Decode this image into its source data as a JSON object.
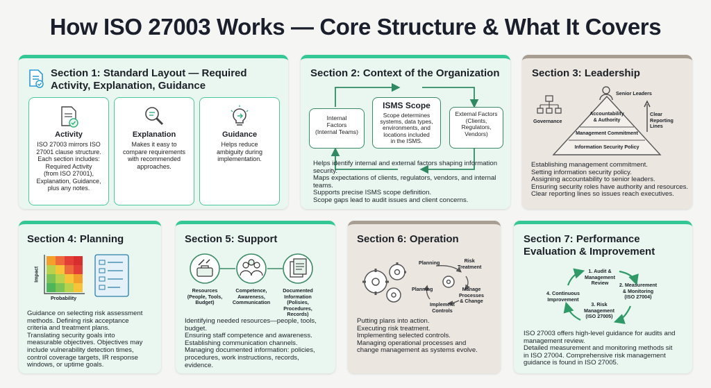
{
  "title": "How ISO 27003 Works — Core Structure & What It Covers",
  "colors": {
    "accent_green": "#34c796",
    "accent_beige": "#a79d91",
    "card_green": "#e9f7f0",
    "card_beige": "#ebe6e0"
  },
  "s1": {
    "title_line1": "Section 1: Standard Layout — Required",
    "title_line2": "Activity, Explanation, Guidance",
    "icon": "document-check-icon",
    "boxes": [
      {
        "icon": "document-check-icon",
        "title": "Activity",
        "lines": [
          "ISO 27003 mirrors ISO",
          "27001 clause structure.",
          "Each section includes:",
          "Required Activity",
          "(from ISO 27001),",
          "Explanation, Guidance,",
          "plus any notes."
        ]
      },
      {
        "icon": "magnifier-icon",
        "title": "Explanation",
        "lines": [
          "Makes it easy to",
          "compare requirements",
          "with recommended",
          "approaches."
        ]
      },
      {
        "icon": "lightbulb-icon",
        "title": "Guidance",
        "lines": [
          "Helps reduce",
          "ambiguity during",
          "implementation."
        ]
      }
    ]
  },
  "s2": {
    "title": "Section 2: Context of the Organization",
    "left_box": [
      "Internal",
      "Factors",
      "(Internal Teams)"
    ],
    "center_title": "ISMS Scope",
    "center_lines": [
      "Scope determines",
      "systems, data types,",
      "environments, and",
      "locations included",
      "in the ISMS."
    ],
    "right_box": [
      "External Factors",
      "(Clients,",
      "Regulators,",
      "Vendors)"
    ],
    "body": [
      "Helps identify internal and external factors shaping information",
      "security.",
      "Maps expectations of clients, regulators, vendors, and internal",
      "teams.",
      "Supports precise ISMS scope definition.",
      "Scope gaps lead to audit issues and client concerns."
    ]
  },
  "s3": {
    "title": "Section 3: Leadership",
    "senior": "Senior Leaders",
    "accountability": [
      "Accountability",
      "& Authority"
    ],
    "commitment": "Management Commitment",
    "policy": "Information Security Policy",
    "governance": "Governance",
    "clear": [
      "Clear",
      "Reporting",
      "Lines"
    ],
    "body": [
      "Establishing management commitment.",
      "Setting information security policy.",
      "Assigning accountability to senior leaders.",
      "Ensuring security roles have authority and resources.",
      "Clear reporting lines so issues reach executives."
    ]
  },
  "s4": {
    "title": "Section 4: Planning",
    "impact": "Impact",
    "probability": "Probability",
    "body": [
      "Guidance on selecting risk assessment",
      "methods. Defining risk acceptance",
      "criteria and treatment plans.",
      "Translating security goals into",
      "measurable objectives. Objectives may",
      "include vulnerability detection times,",
      "control coverage targets, IR response",
      "windows, or uptime goals."
    ]
  },
  "s5": {
    "title": "Section 5: Support",
    "items": [
      {
        "icon": "tools-icon",
        "lines": [
          "Resources",
          "(People, Tools,",
          "Budget)"
        ]
      },
      {
        "icon": "people-icon",
        "lines": [
          "Competence,",
          "Awareness,",
          "Communication"
        ]
      },
      {
        "icon": "documents-icon",
        "lines": [
          "Documented",
          "Information",
          "(Polisies,",
          "Procedures,",
          "Records)"
        ]
      }
    ],
    "body": [
      "Identifying needed resources—people, tools,",
      "budget.",
      "Ensuring staff competence and awareness.",
      "Establishing communication channels.",
      "Managing documented information: policies,",
      "procedures, work instructions, records,",
      "evidence."
    ]
  },
  "s6": {
    "title": "Section 6: Operation",
    "planning_top": "Planning",
    "risk": [
      "Risk",
      "Treatment"
    ],
    "manage": [
      "Manage",
      "Processes",
      "& Change"
    ],
    "implement": [
      "Implement",
      "Controls"
    ],
    "planning_left": "Planning",
    "body": [
      "Putting plans into action.",
      "Executing risk treatment.",
      "Implementing selected controls.",
      "Managing operational processes and",
      "change management as systems evolve."
    ]
  },
  "s7": {
    "title_line1": "Section 7: Performance",
    "title_line2": "Evaluation & Improvement",
    "step1": [
      "1. Audit &",
      "Management",
      "Review"
    ],
    "step2": [
      "2. Measurement",
      "& Monitoring",
      "(ISO 27004)"
    ],
    "step3": [
      "3. Risk",
      "Management",
      "(ISO 27005)"
    ],
    "step4": [
      "4. Continuous",
      "Improvement"
    ],
    "body": [
      "ISO 27003 offers high-level guidance for audits and",
      "management review.",
      "Detailed measurement and monitoring methods sit",
      "in ISO 27004. Comprehensive risk management",
      "guidance is found in ISO 27005."
    ]
  }
}
